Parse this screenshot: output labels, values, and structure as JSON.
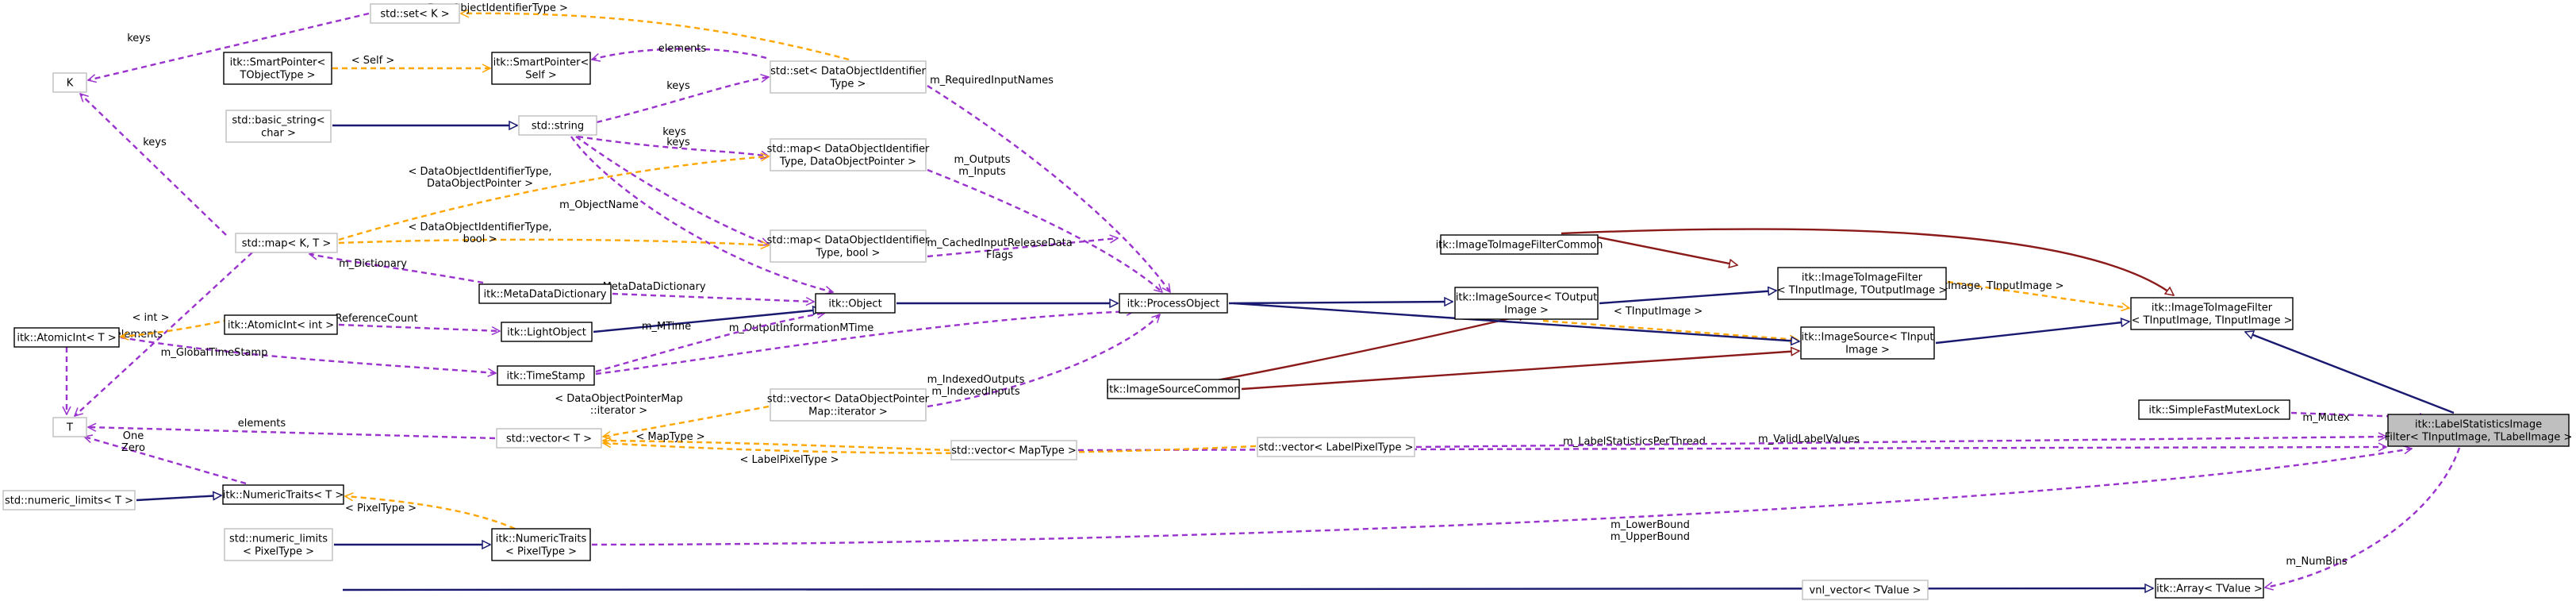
{
  "colors": {
    "inherit": "#191970",
    "private_inherit": "#8b1a1a",
    "use": "#9a32cd",
    "template": "#ffa500",
    "node_border_solid": "#000000",
    "node_border_light": "#bfbfbf",
    "highlight_fill": "#bfbfbf"
  },
  "nodes": [
    {
      "id": "label_stats",
      "lines": [
        "itk::LabelStatisticsImage",
        "Filter< TInputImage, TLabelImage >"
      ],
      "style": "highlight"
    },
    {
      "id": "img2img_in",
      "lines": [
        "itk::ImageToImageFilter",
        "< TInputImage, TInputImage >"
      ],
      "style": "solid"
    },
    {
      "id": "img2img_common",
      "lines": [
        "itk::ImageToImageFilterCommon"
      ],
      "style": "solid"
    },
    {
      "id": "img2img_out",
      "lines": [
        "itk::ImageToImageFilter",
        "< TInputImage, TOutputImage >"
      ],
      "style": "solid"
    },
    {
      "id": "imgsrc_out",
      "lines": [
        "itk::ImageSource< TOutput",
        "Image >"
      ],
      "style": "solid"
    },
    {
      "id": "imgsrc_in",
      "lines": [
        "itk::ImageSource< TInput",
        "Image >"
      ],
      "style": "solid"
    },
    {
      "id": "imgsrc_common",
      "lines": [
        "itk::ImageSourceCommon"
      ],
      "style": "solid"
    },
    {
      "id": "process_object",
      "lines": [
        "itk::ProcessObject"
      ],
      "style": "solid"
    },
    {
      "id": "object",
      "lines": [
        "itk::Object"
      ],
      "style": "solid"
    },
    {
      "id": "light_object",
      "lines": [
        "itk::LightObject"
      ],
      "style": "solid"
    },
    {
      "id": "timestamp",
      "lines": [
        "itk::TimeStamp"
      ],
      "style": "solid"
    },
    {
      "id": "atomicint_int",
      "lines": [
        "itk::AtomicInt< int >"
      ],
      "style": "solid"
    },
    {
      "id": "atomicint_t",
      "lines": [
        "itk::AtomicInt< T >"
      ],
      "style": "solid"
    },
    {
      "id": "metadata",
      "lines": [
        "itk::MetaDataDictionary"
      ],
      "style": "solid"
    },
    {
      "id": "smartptr_self",
      "lines": [
        "itk::SmartPointer<",
        "Self >"
      ],
      "style": "solid"
    },
    {
      "id": "smartptr_t",
      "lines": [
        "itk::SmartPointer<",
        "TObjectType >"
      ],
      "style": "solid"
    },
    {
      "id": "std_string",
      "lines": [
        "std::string"
      ],
      "style": "light"
    },
    {
      "id": "basic_string",
      "lines": [
        "std::basic_string<",
        "char >"
      ],
      "style": "light"
    },
    {
      "id": "set_k",
      "lines": [
        "std::set< K >"
      ],
      "style": "light"
    },
    {
      "id": "k",
      "lines": [
        "K"
      ],
      "style": "light"
    },
    {
      "id": "map_kt",
      "lines": [
        "std::map< K, T >"
      ],
      "style": "light"
    },
    {
      "id": "t",
      "lines": [
        "T"
      ],
      "style": "light"
    },
    {
      "id": "set_doid",
      "lines": [
        "std::set< DataObjectIdentifier",
        "Type >"
      ],
      "style": "light"
    },
    {
      "id": "map_doid_ptr",
      "lines": [
        "std::map< DataObjectIdentifier",
        "Type, DataObjectPointer >"
      ],
      "style": "light"
    },
    {
      "id": "map_doid_bool",
      "lines": [
        "std::map< DataObjectIdentifier",
        "Type, bool >"
      ],
      "style": "light"
    },
    {
      "id": "vector_t",
      "lines": [
        "std::vector< T >"
      ],
      "style": "light"
    },
    {
      "id": "vector_dop",
      "lines": [
        "std::vector< DataObjectPointer",
        "Map::iterator >"
      ],
      "style": "light"
    },
    {
      "id": "vector_maptype",
      "lines": [
        "std::vector< MapType >"
      ],
      "style": "light"
    },
    {
      "id": "vector_lpt",
      "lines": [
        "std::vector< LabelPixelType >"
      ],
      "style": "light"
    },
    {
      "id": "numeric_limits_t",
      "lines": [
        "std::numeric_limits< T >"
      ],
      "style": "light"
    },
    {
      "id": "numtraits_t",
      "lines": [
        "itk::NumericTraits< T >"
      ],
      "style": "solid"
    },
    {
      "id": "numeric_limits_px",
      "lines": [
        "std::numeric_limits",
        "< PixelType >"
      ],
      "style": "light"
    },
    {
      "id": "numtraits_px",
      "lines": [
        "itk::NumericTraits",
        "< PixelType >"
      ],
      "style": "solid"
    },
    {
      "id": "fastmutex",
      "lines": [
        "itk::SimpleFastMutexLock"
      ],
      "style": "solid"
    },
    {
      "id": "vnl_vector",
      "lines": [
        "vnl_vector< TValue >"
      ],
      "style": "light"
    },
    {
      "id": "array_tv",
      "lines": [
        "itk::Array< TValue >"
      ],
      "style": "solid"
    }
  ],
  "edges": [
    {
      "from": "img2img_in",
      "to": "label_stats",
      "kind": "inherit",
      "lines": []
    },
    {
      "from": "img2img_common",
      "to": "img2img_in",
      "kind": "private_inherit",
      "lines": []
    },
    {
      "from": "imgsrc_in",
      "to": "img2img_in",
      "kind": "inherit",
      "lines": []
    },
    {
      "from": "img2img_out",
      "to": "img2img_in",
      "kind": "template",
      "lines": [
        "< TInputImage, TInputImage >"
      ]
    },
    {
      "from": "img2img_common",
      "to": "img2img_out",
      "kind": "private_inherit",
      "lines": []
    },
    {
      "from": "imgsrc_out",
      "to": "img2img_out",
      "kind": "inherit",
      "lines": []
    },
    {
      "from": "imgsrc_out",
      "to": "imgsrc_in",
      "kind": "template",
      "lines": [
        "< TInputImage >"
      ]
    },
    {
      "from": "process_object",
      "to": "imgsrc_out",
      "kind": "inherit",
      "lines": []
    },
    {
      "from": "imgsrc_common",
      "to": "imgsrc_out",
      "kind": "private_inherit",
      "lines": []
    },
    {
      "from": "process_object",
      "to": "imgsrc_in",
      "kind": "inherit",
      "lines": []
    },
    {
      "from": "imgsrc_common",
      "to": "imgsrc_in",
      "kind": "private_inherit",
      "lines": []
    },
    {
      "from": "object",
      "to": "process_object",
      "kind": "inherit",
      "lines": []
    },
    {
      "from": "light_object",
      "to": "object",
      "kind": "inherit",
      "lines": []
    },
    {
      "from": "basic_string",
      "to": "std_string",
      "kind": "inherit",
      "lines": []
    },
    {
      "from": "numeric_limits_t",
      "to": "numtraits_t",
      "kind": "inherit",
      "lines": []
    },
    {
      "from": "numeric_limits_px",
      "to": "numtraits_px",
      "kind": "inherit",
      "lines": []
    },
    {
      "from": "vnl_vector",
      "to": "array_tv",
      "kind": "inherit",
      "lines": []
    },
    {
      "from": "fastmutex",
      "to": "label_stats",
      "kind": "use",
      "lines": [
        "m_Mutex"
      ]
    },
    {
      "from": "vector_maptype",
      "to": "label_stats",
      "kind": "use",
      "lines": [
        "m_LabelStatisticsPerThread"
      ]
    },
    {
      "from": "vector_lpt",
      "to": "label_stats",
      "kind": "use",
      "lines": [
        "m_ValidLabelValues"
      ]
    },
    {
      "from": "numtraits_px",
      "to": "label_stats",
      "kind": "use",
      "lines": [
        "m_LowerBound",
        "m_UpperBound"
      ]
    },
    {
      "from": "array_tv",
      "to": "label_stats",
      "kind": "use",
      "lines": [
        "m_NumBins"
      ]
    },
    {
      "from": "set_doid",
      "to": "process_object",
      "kind": "use",
      "lines": [
        "m_RequiredInputNames"
      ]
    },
    {
      "from": "map_doid_ptr",
      "to": "process_object",
      "kind": "use",
      "lines": [
        "m_Outputs",
        "m_Inputs"
      ]
    },
    {
      "from": "map_doid_bool",
      "to": "process_object",
      "kind": "use",
      "lines": [
        "m_CachedInputReleaseData",
        "Flags"
      ]
    },
    {
      "from": "std_string",
      "to": "object",
      "kind": "use",
      "lines": [
        "m_ObjectName"
      ]
    },
    {
      "from": "timestamp",
      "to": "process_object",
      "kind": "use",
      "lines": [
        "m_OutputInformationMTime"
      ]
    },
    {
      "from": "vector_dop",
      "to": "process_object",
      "kind": "use",
      "lines": [
        "m_IndexedOutputs",
        "m_IndexedInputs"
      ]
    },
    {
      "from": "metadata",
      "to": "object",
      "kind": "use",
      "lines": [
        "m_MetaDataDictionary"
      ]
    },
    {
      "from": "timestamp",
      "to": "object",
      "kind": "use",
      "lines": [
        "m_MTime"
      ]
    },
    {
      "from": "atomicint_int",
      "to": "light_object",
      "kind": "use",
      "lines": [
        "m_ReferenceCount"
      ]
    },
    {
      "from": "atomicint_t",
      "to": "timestamp",
      "kind": "use",
      "lines": [
        "m_GlobalTimeStamp"
      ]
    },
    {
      "from": "map_kt",
      "to": "metadata",
      "kind": "use",
      "lines": [
        "m_Dictionary"
      ]
    },
    {
      "from": "std_string",
      "to": "map_doid_ptr",
      "kind": "use",
      "lines": [
        "keys"
      ]
    },
    {
      "from": "std_string",
      "to": "map_doid_bool",
      "kind": "use",
      "lines": [
        "keys"
      ]
    },
    {
      "from": "std_string",
      "to": "set_doid",
      "kind": "use",
      "lines": [
        "keys"
      ]
    },
    {
      "from": "smartptr_self",
      "to": "set_doid",
      "kind": "use",
      "lines": [
        "elements"
      ]
    },
    {
      "from": "smartptr_t",
      "to": "smartptr_self",
      "kind": "template",
      "lines": [
        "< Self >"
      ]
    },
    {
      "from": "set_k",
      "to": "set_doid",
      "kind": "template",
      "lines": [
        "< DataObjectIdentifierType >"
      ]
    },
    {
      "from": "map_kt",
      "to": "map_doid_ptr",
      "kind": "template",
      "lines": [
        "< DataObjectIdentifierType,",
        "DataObjectPointer >"
      ]
    },
    {
      "from": "map_kt",
      "to": "map_doid_bool",
      "kind": "template",
      "lines": [
        "< DataObjectIdentifierType,",
        "bool >"
      ]
    },
    {
      "from": "k",
      "to": "set_k",
      "kind": "use",
      "lines": [
        "keys"
      ]
    },
    {
      "from": "k",
      "to": "map_kt",
      "kind": "use",
      "lines": [
        "keys"
      ]
    },
    {
      "from": "t",
      "to": "map_kt",
      "kind": "use",
      "lines": [
        "elements"
      ]
    },
    {
      "from": "t",
      "to": "vector_t",
      "kind": "use",
      "lines": [
        "elements"
      ]
    },
    {
      "from": "t",
      "to": "atomicint_t",
      "kind": "use",
      "lines": []
    },
    {
      "from": "t",
      "to": "numtraits_t",
      "kind": "use",
      "lines": [
        "One",
        "Zero"
      ]
    },
    {
      "from": "atomicint_t",
      "to": "atomicint_int",
      "kind": "template",
      "lines": [
        "< int >"
      ]
    },
    {
      "from": "vector_t",
      "to": "vector_dop",
      "kind": "template",
      "lines": [
        "< DataObjectPointerMap",
        "::iterator >"
      ]
    },
    {
      "from": "vector_t",
      "to": "vector_maptype",
      "kind": "template",
      "lines": [
        "< MapType >"
      ]
    },
    {
      "from": "vector_t",
      "to": "vector_lpt",
      "kind": "template",
      "lines": [
        "< LabelPixelType >"
      ]
    },
    {
      "from": "numtraits_t",
      "to": "numtraits_px",
      "kind": "template",
      "lines": [
        "< PixelType >"
      ]
    }
  ]
}
